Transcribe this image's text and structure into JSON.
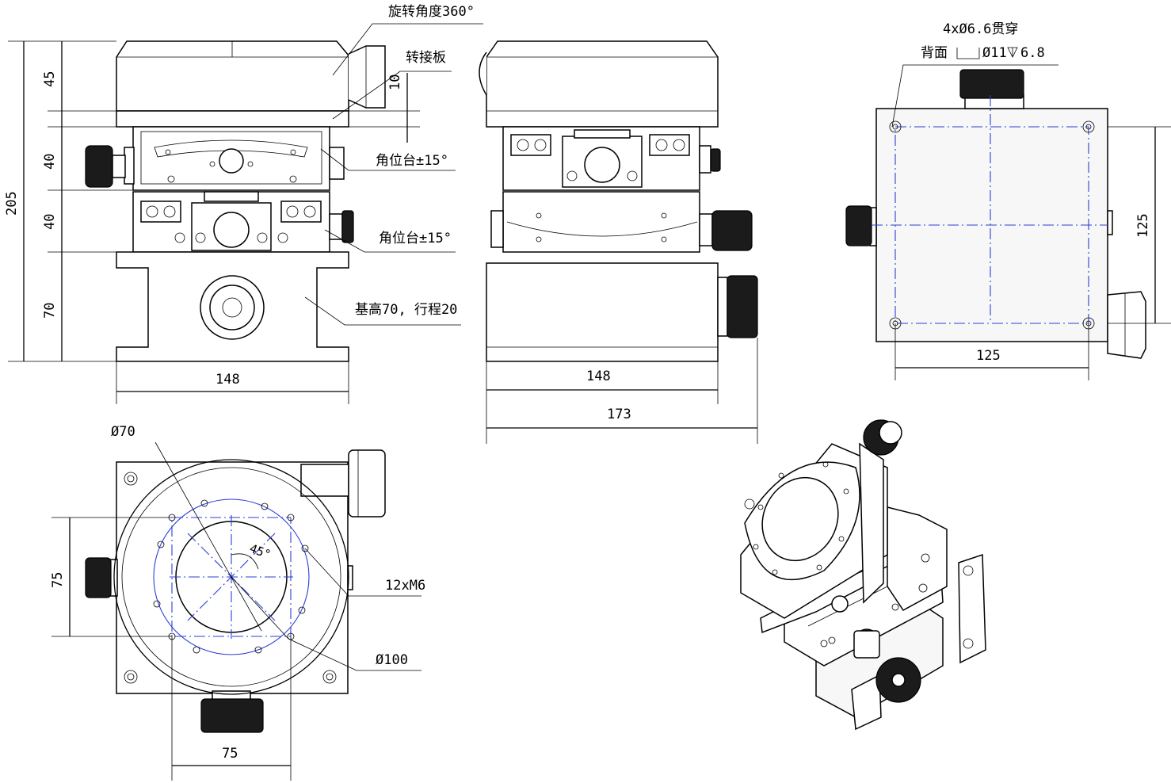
{
  "front_view": {
    "rotation_note": "旋转角度360°",
    "adapter_note": "转接板",
    "goniometer_upper_note": "角位台±15°",
    "goniometer_lower_note": "角位台±15°",
    "base_note": "基高70, 行程20",
    "dim_total_height": "205",
    "dim_top": "45",
    "dim_adapter": "10",
    "dim_gonio_upper": "40",
    "dim_gonio_lower": "40",
    "dim_base": "70",
    "dim_width": "148"
  },
  "side_view": {
    "dim_width": "148",
    "dim_overall": "173"
  },
  "bottom_view": {
    "hole_note_line1": "4xØ6.6贯穿",
    "hole_note_line2": "背面",
    "hole_note_line2b": "Ø11",
    "hole_note_line2c": "6.8",
    "dim_horizontal": "125",
    "dim_vertical": "125"
  },
  "top_view": {
    "dim_inner_circle": "Ø70",
    "dim_outer_circle": "Ø100",
    "dim_angle": "45°",
    "thread_note": "12xM6",
    "dim_vertical": "75",
    "dim_horizontal": "75"
  },
  "colors": {
    "line": "#000000",
    "centerline": "#2b3fd6",
    "knob": "#1b1b1b"
  }
}
